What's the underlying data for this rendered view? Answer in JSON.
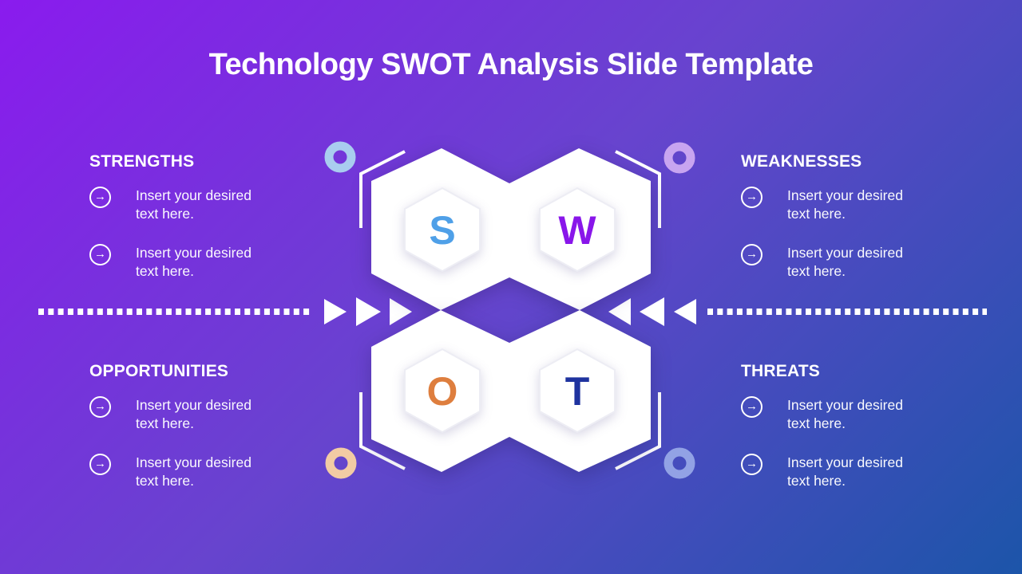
{
  "slide": {
    "title": "Technology SWOT Analysis Slide Template"
  },
  "colors": {
    "background_start": "#8A1BEE",
    "background_mid": "#6744CE",
    "background_end": "#1C55A9",
    "letter_s": "#4FA0E8",
    "letter_w": "#8916EA",
    "letter_o": "#DE7E3E",
    "letter_t": "#1F339F",
    "ring_top_left": "#A9CCEF",
    "ring_top_right": "#C8A5F0",
    "ring_bottom_left": "#F2CBA4",
    "ring_bottom_right": "#92A2E5"
  },
  "center": {
    "letters": {
      "s": "S",
      "w": "W",
      "o": "O",
      "t": "T"
    }
  },
  "icons": {
    "bullet_arrow": "→"
  },
  "quadrants": {
    "strengths": {
      "label": "STRENGTHS",
      "items": [
        {
          "line1": "Insert your desired",
          "line2": "text here."
        },
        {
          "line1": "Insert your desired",
          "line2": "text here."
        }
      ]
    },
    "weaknesses": {
      "label": "WEAKNESSES",
      "items": [
        {
          "line1": "Insert your desired",
          "line2": "text here."
        },
        {
          "line1": "Insert your desired",
          "line2": "text here."
        }
      ]
    },
    "opportunities": {
      "label": "OPPORTUNITIES",
      "items": [
        {
          "line1": "Insert your desired",
          "line2": "text here."
        },
        {
          "line1": "Insert your desired",
          "line2": "text here."
        }
      ]
    },
    "threats": {
      "label": "THREATS",
      "items": [
        {
          "line1": "Insert your desired",
          "line2": "text here."
        },
        {
          "line1": "Insert your desired",
          "line2": "text here."
        }
      ]
    }
  }
}
